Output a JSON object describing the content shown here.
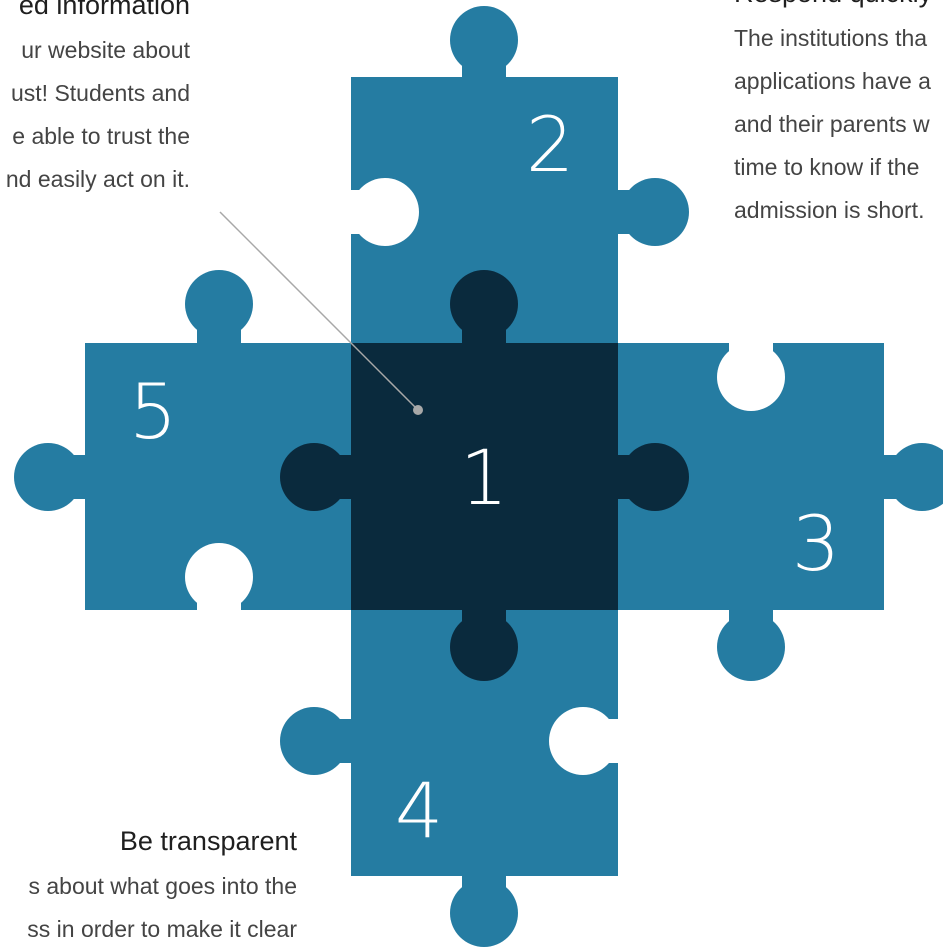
{
  "pieces": [
    {
      "label": "1",
      "color": "#0a2a3d"
    },
    {
      "label": "2",
      "color": "#257ca2"
    },
    {
      "label": "3",
      "color": "#257ca2"
    },
    {
      "label": "4",
      "color": "#257ca2"
    },
    {
      "label": "5",
      "color": "#257ca2"
    }
  ],
  "blocks": {
    "top_left": {
      "title": "ed information",
      "lines": [
        "ur website about",
        "ust! Students and",
        "e able to trust the",
        "nd easily act on it."
      ]
    },
    "top_right": {
      "title": "Respond quickly",
      "lines": [
        "The institutions tha",
        "applications have a",
        "and their parents w",
        "time to know if the",
        "admission is short."
      ]
    },
    "bottom_left": {
      "title": "Be transparent",
      "lines": [
        "s about what goes into the",
        "ss in order to make it clear"
      ]
    }
  }
}
